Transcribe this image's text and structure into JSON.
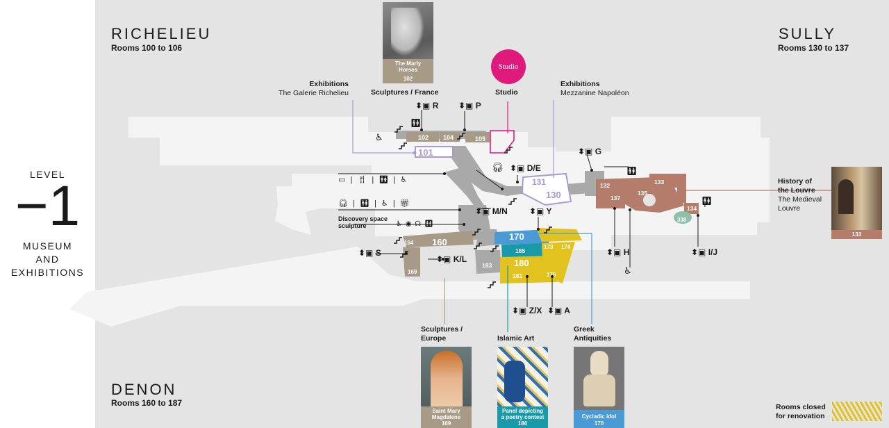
{
  "level": {
    "word": "LEVEL",
    "number": "−1",
    "subtitle_lines": [
      "MUSEUM",
      "AND",
      "EXHIBITIONS"
    ]
  },
  "wings": {
    "richelieu": {
      "name": "RICHELIEU",
      "rooms": "Rooms 100 to 106"
    },
    "sully": {
      "name": "SULLY",
      "rooms": "Rooms 130 to 137"
    },
    "denon": {
      "name": "DENON",
      "rooms": "Rooms 160 to 187"
    }
  },
  "labels": {
    "exhibitions_richelieu": {
      "title": "Exhibitions",
      "sub": "The Galerie Richelieu"
    },
    "sculptures_france": "Sculptures / France",
    "studio": "Studio",
    "studio_logo": "Studio",
    "exhibitions_napoleon": {
      "title": "Exhibitions",
      "sub": "Mezzanine Napoléon"
    },
    "history_louvre": {
      "title_1": "History of",
      "title_2": "the Louvre",
      "sub_1": "The Medieval",
      "sub_2": "Louvre"
    },
    "discovery_space": {
      "line1": "Discovery space",
      "line2": "sculpture"
    },
    "sculptures_europe": {
      "line1": "Sculptures /",
      "line2": "Europe"
    },
    "islamic_art": "Islamic Art",
    "greek_antiquities": {
      "line1": "Greek",
      "line2": "Antiquities"
    },
    "rooms_closed": {
      "line1": "Rooms closed",
      "line2": "for renovation"
    }
  },
  "access_points": {
    "R": "R",
    "P": "P",
    "G": "G",
    "DE": "D/E",
    "H": "H",
    "IJ": "I/J",
    "MN": "M/N",
    "Y": "Y",
    "S": "S",
    "KL": "K/L",
    "ZX": "Z/X",
    "A": "A"
  },
  "photos": {
    "marly": {
      "caption_1": "The Marly",
      "caption_2": "Horses",
      "room": "102"
    },
    "medieval": {
      "room": "133"
    },
    "magdalene": {
      "caption_1": "Saint Mary",
      "caption_2": "Magdalene",
      "room": "169"
    },
    "panel": {
      "caption_1": "Panel depicting",
      "caption_2": "a poetry contest",
      "room": "186"
    },
    "cycladic": {
      "caption_1": "Cycladic idol",
      "room": "170"
    }
  },
  "rooms": {
    "r101": "101",
    "r102": "102",
    "r104": "104",
    "r105": "105",
    "r131": "131",
    "r130": "130",
    "r132": "132",
    "r133": "133",
    "r135": "135",
    "r137": "137",
    "r134": "134",
    "r338": "338",
    "r160": "160",
    "r164": "164",
    "r169": "169",
    "r170": "170",
    "r185": "185",
    "r180": "180",
    "r183": "183",
    "r181": "181",
    "r173": "173",
    "r174": "174",
    "r176": "176"
  },
  "colors": {
    "map_bg": "#e4e4e4",
    "building_outline": "#f4f4f4",
    "corridor": "#a9a9a9",
    "richelieu_room": "#a79a86",
    "sully_room": "#b47c6b",
    "denon_blue": "#4a9ad6",
    "denon_teal": "#1a9aa8",
    "renovation_yellow": "#e2c21f",
    "exhibition_purple": "#a99ad3",
    "studio_magenta": "#e0197d",
    "medieval_teal": "#8fbfa9"
  }
}
